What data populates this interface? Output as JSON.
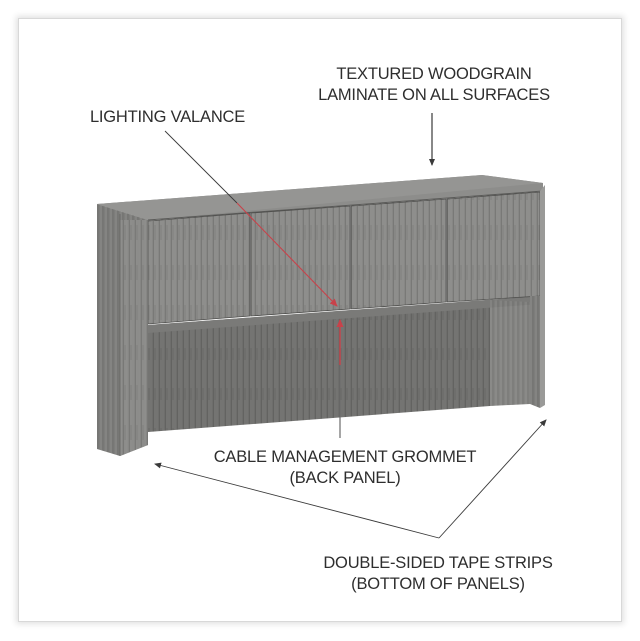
{
  "diagram": {
    "subject": "Woodgrain laminate hutch with four doors",
    "colors": {
      "background": "#ffffff",
      "frame_border": "#d8d8d8",
      "label_text": "#2e2e2e",
      "leader_line": "#3a3a3a",
      "highlight_leader": "#c8424a",
      "wood_light": "#8e8e8c",
      "wood_mid": "#7b7b79",
      "wood_dark": "#676765"
    },
    "callouts": [
      {
        "id": "woodgrain",
        "lines": [
          "TEXTURED WOODGRAIN",
          "LAMINATE ON ALL SURFACES"
        ]
      },
      {
        "id": "lighting",
        "lines": [
          "LIGHTING VALANCE"
        ]
      },
      {
        "id": "grommet",
        "lines": [
          "CABLE MANAGEMENT GROMMET",
          "(BACK PANEL)"
        ]
      },
      {
        "id": "tape",
        "lines": [
          "DOUBLE-SIDED TAPE STRIPS",
          "(BOTTOM OF PANELS)"
        ]
      }
    ],
    "door_count": 4
  }
}
